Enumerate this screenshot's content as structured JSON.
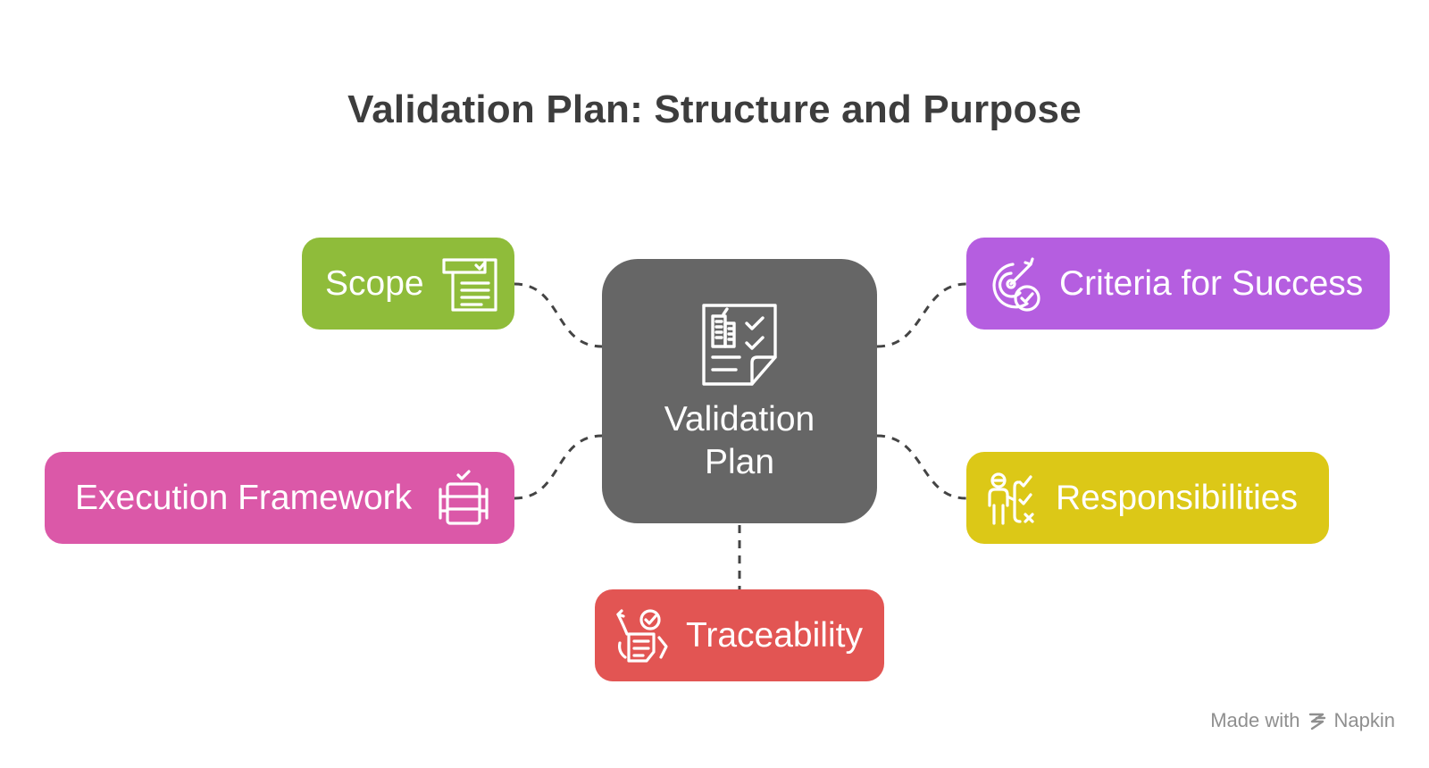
{
  "title": "Validation Plan: Structure and Purpose",
  "center": {
    "label": "Validation Plan",
    "icon": "checklist-document-icon",
    "color": "#666666"
  },
  "nodes": [
    {
      "id": "scope",
      "label": "Scope",
      "icon": "checklist-document-icon",
      "color": "#8fbc3a"
    },
    {
      "id": "criteria",
      "label": "Criteria for Success",
      "icon": "target-check-icon",
      "color": "#b55ee0"
    },
    {
      "id": "execution",
      "label": "Execution Framework",
      "icon": "framework-stack-icon",
      "color": "#db58a8"
    },
    {
      "id": "responsibilities",
      "label": "Responsibilities",
      "icon": "person-tasks-icon",
      "color": "#dcc817"
    },
    {
      "id": "traceability",
      "label": "Traceability",
      "icon": "trace-document-icon",
      "color": "#e25553"
    }
  ],
  "footer": {
    "made_with": "Made with",
    "brand": "Napkin",
    "brand_icon": "napkin-logo-icon"
  }
}
